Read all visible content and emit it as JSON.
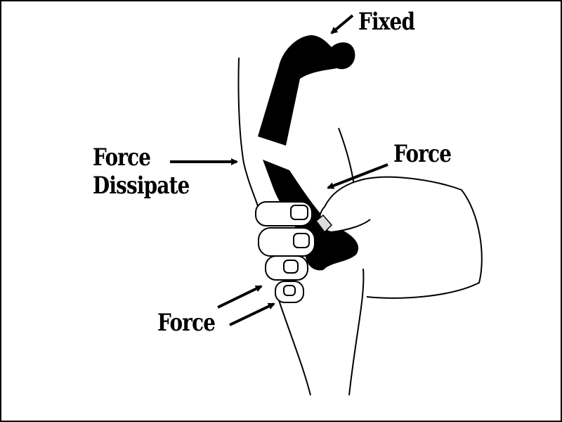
{
  "labels": {
    "fixed": "Fixed",
    "force_right": "Force",
    "force_dissipate_line1": "Force",
    "force_dissipate_line2": "Dissipate",
    "force_bottom": "Force"
  },
  "colors": {
    "ink": "#000000",
    "paper": "#ffffff"
  }
}
